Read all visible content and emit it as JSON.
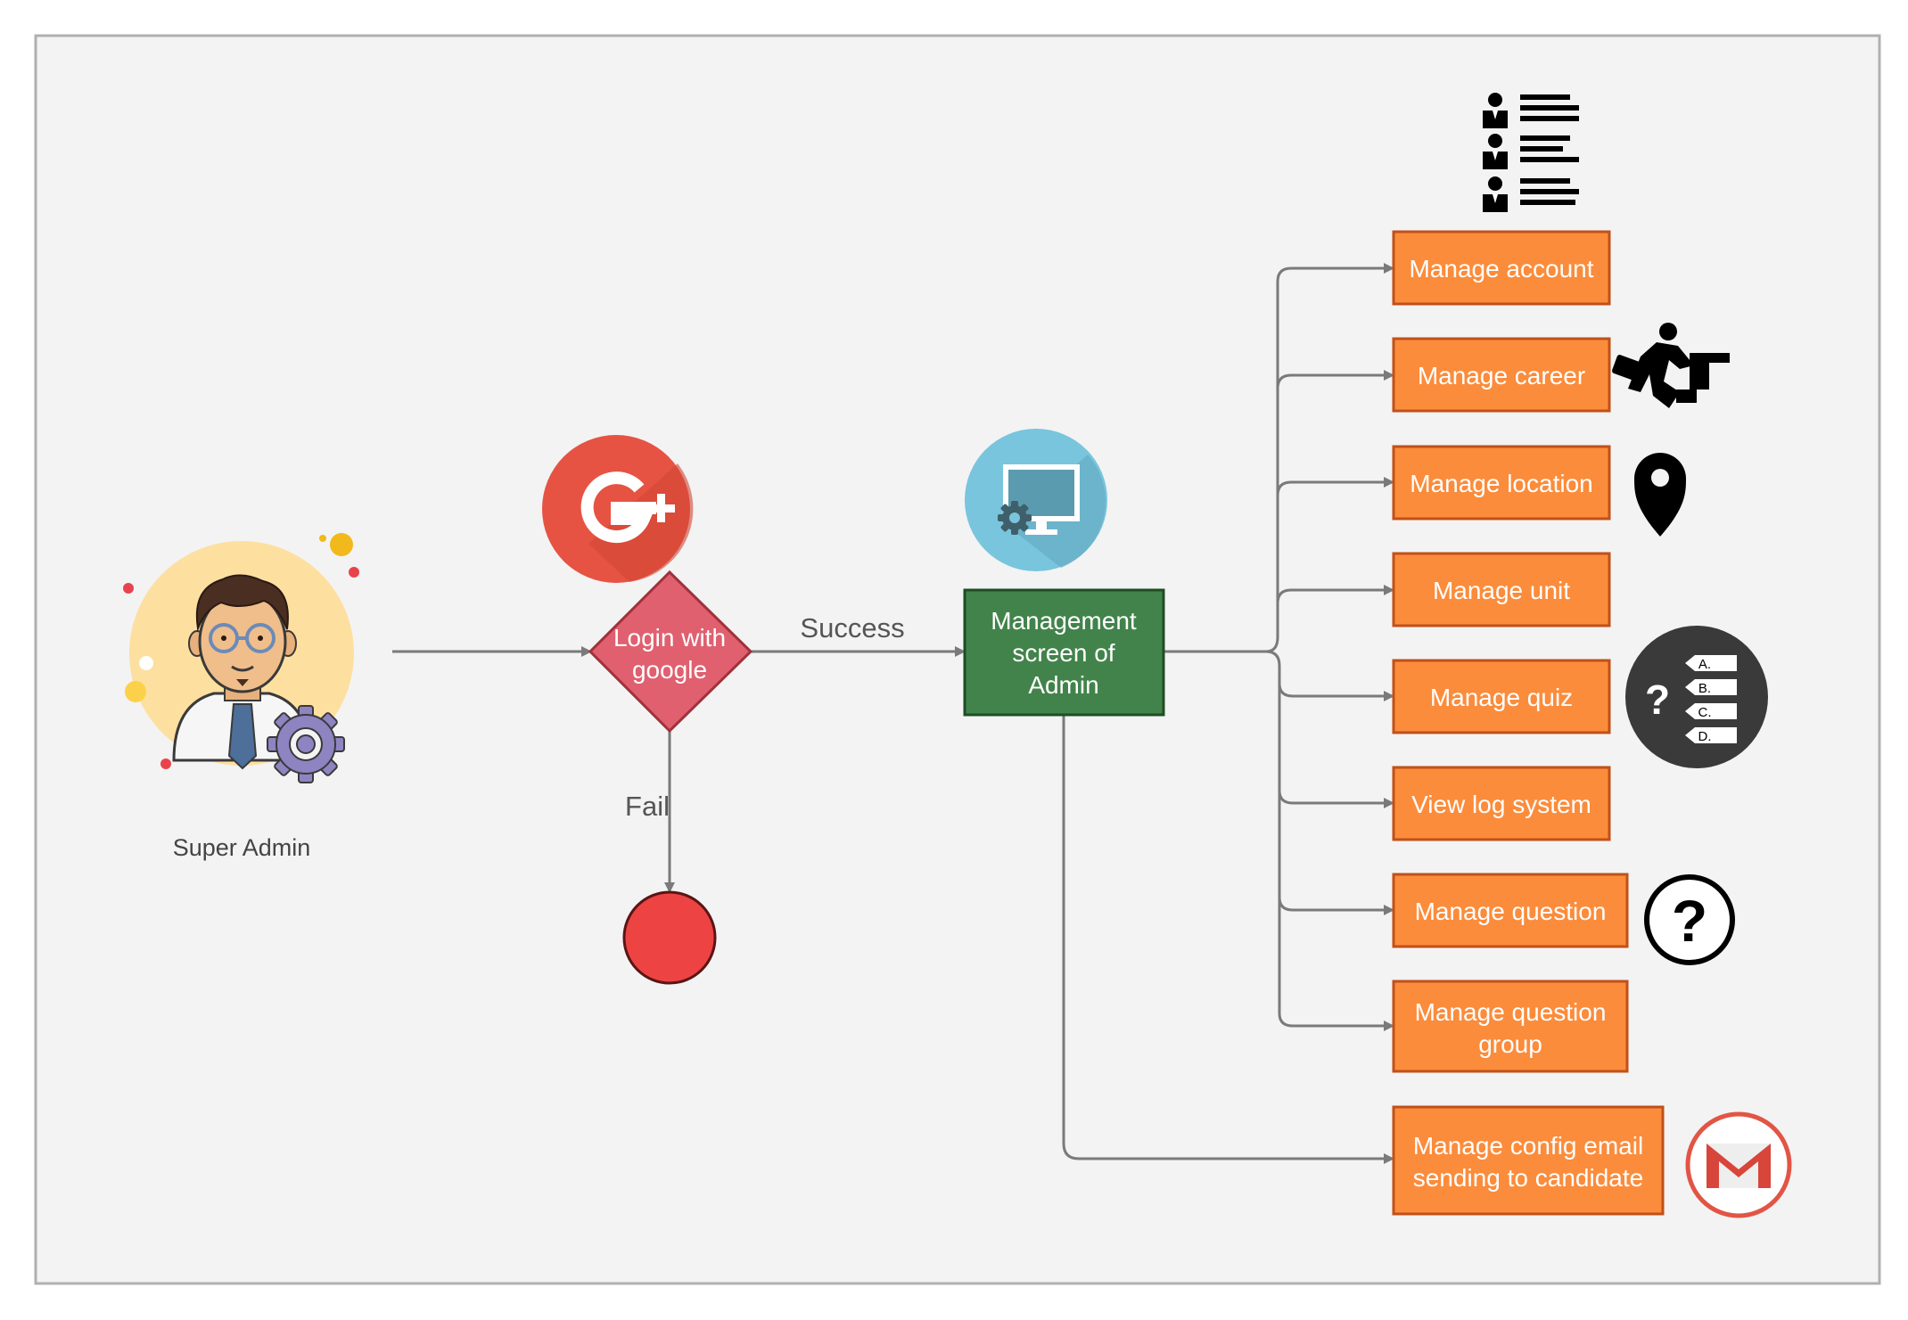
{
  "actor": {
    "label": "Super Admin"
  },
  "decision": {
    "line1": "Login with",
    "line2": "google"
  },
  "edges": {
    "success": "Success",
    "fail": "Fail"
  },
  "admin_screen": {
    "line1": "Management",
    "line2": "screen of",
    "line3": "Admin"
  },
  "menu": {
    "manage_account": "Manage account",
    "manage_career": "Manage career",
    "manage_location": "Manage location",
    "manage_unit": "Manage unit",
    "manage_quiz": "Manage quiz",
    "view_log_system": "View log system",
    "manage_question": "Manage question",
    "manage_question_group_line1": "Manage question",
    "manage_question_group_line2": "group",
    "manage_config_email_line1": "Manage config email",
    "manage_config_email_line2": "sending to candidate"
  },
  "quiz_icon_options": [
    "A.",
    "B.",
    "C.",
    "D."
  ],
  "colors": {
    "frame_bg": "#f3f3f3",
    "frame_border": "#b0b0b0",
    "orange": "#fb8c3b",
    "orange_border": "#c1501a",
    "green": "#42834b",
    "green_border": "#1f4d23",
    "diamond": "#e06070",
    "diamond_border": "#a0323c",
    "end_circle": "#ee4343",
    "connector": "#7a7a7a",
    "google_red": "#e65343",
    "monitor_blue": "#79c5dd"
  }
}
